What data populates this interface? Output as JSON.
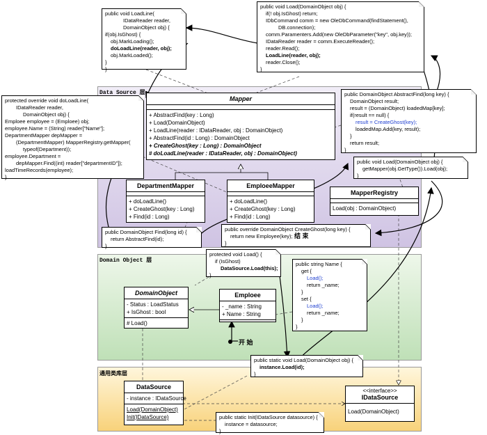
{
  "layers": {
    "data_source": "Data Source 层",
    "domain_object": "Domain Object 层",
    "common": "通用类库层"
  },
  "classes": {
    "mapper": {
      "name": "Mapper",
      "ops": [
        "+ AbstractFind(key : Long)",
        "+ Load(DomainObject)",
        "+ LoadLine(reader : IDataReader, obj : DomainObject)",
        "+ AbstractFind(id : Long) : DomainObject",
        "+ CreateGhost(key : Long) : DomainObject",
        "# doLoadLine(reader : IDataReader, obj : DomainObject)"
      ]
    },
    "department_mapper": {
      "name": "DepartmentMapper",
      "ops": [
        "+ doLoadLine()",
        "+ CreateGhost(key : Long)",
        "+ Find(id : Long)"
      ]
    },
    "emploee_mapper": {
      "name": "EmploeeMapper",
      "ops": [
        "+ doLoadLine()",
        "+ CreateGhost(key : Long)",
        "+ Find(id : Long)"
      ]
    },
    "mapper_registry": {
      "name": "MapperRegistry",
      "ops": [
        "Load(obj : DomainObject)"
      ]
    },
    "domain_object": {
      "name": "DomainObject",
      "attrs": [
        "- Status : LoadStatus",
        "+ IsGhost : bool"
      ],
      "ops": [
        "# Load()"
      ]
    },
    "emploee": {
      "name": "Emploee",
      "attrs": [
        "- _name : String",
        "+ Name : String"
      ]
    },
    "data_source": {
      "name": "DataSource",
      "attrs": [
        "- instance : IDataSource"
      ],
      "ops": [
        "Load(DomainObject)",
        "Init(IDataSource)"
      ]
    },
    "idata_source": {
      "stereotype": "<<interface>>",
      "name": "IDataSource",
      "ops": [
        "Load(DomainObject)"
      ]
    }
  },
  "notes": {
    "load_line": [
      "public void LoadLine(",
      "IDataReader reader,",
      "DomainObject obj) {",
      "if(obj.IsGhost) {",
      "obj.MarkLoading();",
      "doLoadLine(reader, obj);",
      "obj.MarkLoaded();",
      "}",
      "}"
    ],
    "mapper_load": [
      "public void Load(DomainObject obj) {",
      "if(! obj.IsGhost) return;",
      "IDbCommand comm = new OleDbCommand(findStatement(),",
      "DB.connection);",
      "comm.Paramenters.Add(new OleDbParameter(\"key\", obj.key));",
      "IDataReader reader = comm.ExecuteReader();",
      "reader.Read();",
      "LoadLine(reader, obj);",
      "reader.Close();",
      "}"
    ],
    "do_load_line": [
      "protected override void doLoadLine(",
      "IDataReader reader,",
      "DomainObject obj) {",
      "Emploee employee = (Emploee) obj;",
      "employee.Name = (String) reader[\"Name\"];",
      "DepartmentMapper depMapper =",
      "(DepartmentMapper) MapperRegistry.getMapper(",
      "typeof(Department));",
      "employee.Department =",
      "depMapper.Find((int) reader[\"departmentID\"]);",
      "loadTimeRecords(employee);",
      "}"
    ],
    "abstract_find": [
      "public DomainObject AbstractFind(long key) {",
      "DomainObject result;",
      "result = (DomainObject) loadedMap[key];",
      "if(result == null) {",
      "result = CreateGhost(key);",
      "loadedMap.Add(key, result);",
      "}",
      "return result;",
      "}"
    ],
    "registry_load": [
      "public void Load(DomainObject obj) {",
      "getMapper(obj.GetType()).Load(obj);",
      "}"
    ],
    "find": [
      "public DomainObject Find(long id) {",
      "return AbstractFind(id);",
      "}"
    ],
    "create_ghost": [
      "public override DomainObject CreateGhost(long key) {",
      "return new Employee(key);",
      "}"
    ],
    "end_label": "结 束",
    "domain_load": [
      "protected void Load() {",
      "if (IsGhost)",
      "DataSource.Load(this);",
      "}"
    ],
    "name_prop": [
      "public string Name {",
      "get {",
      "Load();",
      "return _name;",
      "}",
      "set {",
      "Load();",
      "return _name;",
      "}",
      "}"
    ],
    "start_label": "开 始",
    "ds_load": [
      "public static void Load(DomainObject obj) {",
      "instance.Load(id);",
      "}"
    ],
    "ds_init": [
      "public static Init(IDataSource datasource) {",
      "instance = datasource;",
      "}"
    ]
  },
  "colors": {
    "data_source_layer": "#d9d0ea",
    "domain_layer": "#c9e3c3",
    "common_layer": "#fbe3a0"
  }
}
